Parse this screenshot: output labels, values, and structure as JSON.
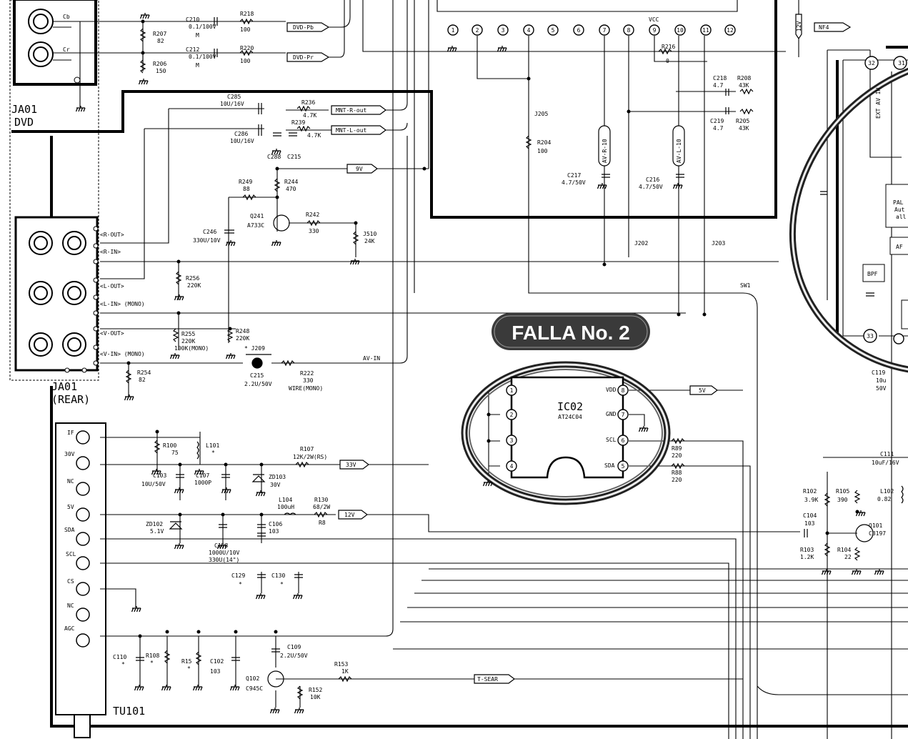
{
  "banner": {
    "text": "FALLA No. 2"
  },
  "ic": {
    "name": "IC02",
    "part": "AT24C04",
    "vdd": "VDD",
    "gnd": "GND",
    "scl": "SCL",
    "sda": "SDA"
  },
  "connectors": {
    "dvd_top": "JA01",
    "dvd_bottom": "DVD",
    "rear_top": "JA01",
    "rear_bottom": "(REAR)",
    "tuner": "TU101",
    "cb": "Cb",
    "cr": "Cr"
  },
  "jack_labels": [
    "<R-OUT>",
    "<R-IN>",
    "<L-OUT>",
    "<L-IN> (MONO)",
    "<V-OUT>",
    "<V-IN> (MONO)"
  ],
  "tuner_pins": [
    "IF",
    "30V",
    "NC",
    "5V",
    "SDA",
    "SCL",
    "CS",
    "NC",
    "AGC"
  ],
  "nets": {
    "dvd_pb": "DVD-Pb",
    "dvd_pr": "DVD-Pr",
    "mnt_r": "MNT-R-out",
    "mnt_l": "MNT-L-out",
    "v9": "9V",
    "v5": "5V",
    "v33": "33V",
    "v12": "12V",
    "t_sear": "T-SEAR",
    "av_in": "AV-IN",
    "sw1": "SW1",
    "nf4": "NF4",
    "v12_top": "12V",
    "av_r": "AV-R-10",
    "av_l": "AV-L-10",
    "ext_av": "EXT AV IN"
  },
  "parts": {
    "c210": "C210",
    "c210v": "0.1/100V",
    "c210m": "M",
    "c212": "C212",
    "c212v": "0.1/100V",
    "c212m": "M",
    "r218": "R218",
    "r218v": "100",
    "r220": "R220",
    "r220v": "100",
    "r207": "R207",
    "r207v": "82",
    "r206": "R206",
    "r206v": "150",
    "c285": "C285",
    "c285v": "10U/16V",
    "c286": "C286",
    "c286v": "10U/16V",
    "c288": "C288",
    "c216b": "C215",
    "r236": "R236",
    "r236v": "4.7K",
    "r239": "R239",
    "r239v": "4.7K",
    "r249": "R249",
    "r249v": "88",
    "r244": "R244",
    "r244v": "470",
    "q241": "Q241",
    "q241v": "A733C",
    "r242": "R242",
    "r242v": "330",
    "j510": "J510",
    "j510v": "24K",
    "c246": "C246",
    "c246v": "330U/10V",
    "r256": "R256",
    "r256v": "220K",
    "r255": "R255",
    "r255v": "220K",
    "r255m": "100K(MONO)",
    "r248": "R248",
    "r248v": "220K",
    "j209": "* J209",
    "c215": "C215",
    "c215v": "2.2U/50V",
    "r222": "R222",
    "r222v": "330",
    "r222m": "WIRE(MONO)",
    "r254": "R254",
    "r254v": "82",
    "j205": "J205",
    "r204": "R204",
    "r204v": "100",
    "c217": "C217",
    "c217v": "4.7/50V",
    "c216": "C216",
    "c216v": "4.7/50V",
    "j202": "J202",
    "j203": "J203",
    "vcc": "VCC",
    "r216": "R216",
    "r216v": "0",
    "c218": "C218",
    "c218v": "4.7",
    "r208": "R208",
    "r208v": "43K",
    "c219": "C219",
    "c219v": "4.7",
    "r205": "R205",
    "r205v": "43K",
    "r89": "R89",
    "r89v": "220",
    "r88": "R88",
    "r88v": "220",
    "r100": "R100",
    "r100v": "75",
    "l101": "L101",
    "l101v": "*",
    "r107": "R107",
    "r107v": "12K/2W(RS)",
    "c103": "C103",
    "c103v": "10U/50V",
    "c107": "C107",
    "c107v": "1000P",
    "zd103": "ZD103",
    "zd103v": "30V",
    "l104": "L104",
    "l104v": "100uH",
    "r130": "R130",
    "r130v": "68/2W",
    "r130m": "R8",
    "zd102": "ZD102",
    "zd102v": "5.1V",
    "c106": "C106",
    "c106v": "103",
    "c108": "C108",
    "c108v": "1000U/10V",
    "c108m": "330U(14\")",
    "c129": "C129",
    "c130": "C130",
    "star": "*",
    "c110": "C110",
    "r108": "R108",
    "r15": "R15",
    "c102": "C102",
    "c102v": "103",
    "c109": "C109",
    "c109v": "2.2U/50V",
    "q102": "Q102",
    "q102v": "C945C",
    "r153": "R153",
    "r153v": "1K",
    "r152": "R152",
    "r152v": "10K",
    "c111": "C111",
    "c111v": "10uF/16V",
    "r102": "R102",
    "r102v": "3.9K",
    "r105": "R105",
    "r105v": "390",
    "l102": "L102",
    "l102v": "0.82",
    "c104": "C104",
    "c104v": "103",
    "q101": "Q101",
    "q101v": "C3197",
    "r103": "R103",
    "r103v": "1.2K",
    "r104": "R104",
    "r104v": "22",
    "c119": "C119",
    "c119v": "10u",
    "c119m": "50V",
    "bpf": "BPF",
    "af": "AF",
    "pal": "PAL",
    "aut": "Aut",
    "all": "all"
  },
  "pin_numbers": {
    "top_row": [
      "1",
      "2",
      "3",
      "4",
      "5",
      "6",
      "7",
      "8",
      "9",
      "10",
      "11",
      "12"
    ],
    "right": [
      "32",
      "31",
      "33"
    ],
    "ic_left": [
      "1",
      "2",
      "3",
      "4"
    ],
    "ic_right": [
      "8",
      "7",
      "6",
      "5"
    ]
  },
  "colors": {
    "ink": "#000000",
    "banner": "#3a3a3a",
    "paper": "#ffffff",
    "halo": "#888888"
  }
}
